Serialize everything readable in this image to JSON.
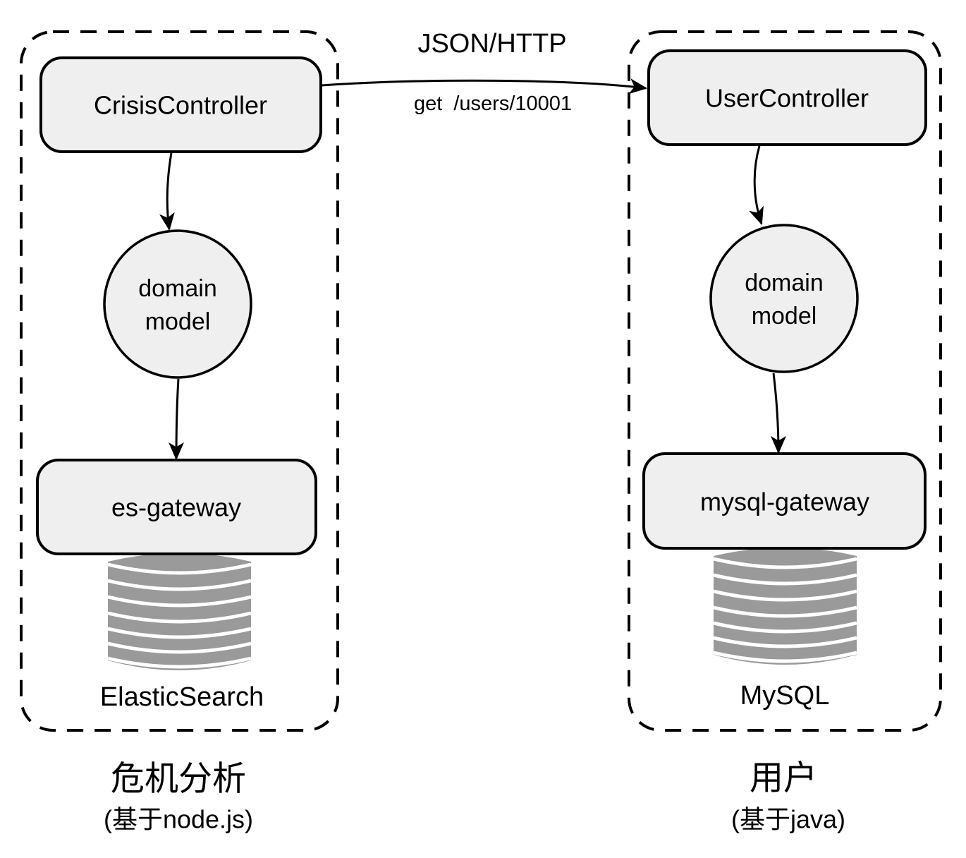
{
  "colors": {
    "background": "#ffffff",
    "node_fill": "#efefef",
    "stroke": "#000000",
    "database_gray": "#9a9a9a"
  },
  "connection": {
    "protocol": "JSON/HTTP",
    "request": "get  /users/10001"
  },
  "left_service": {
    "controller_label": "CrisisController",
    "domain_model_line1": "domain",
    "domain_model_line2": "model",
    "gateway_label": "es-gateway",
    "database_label": "ElasticSearch",
    "title": "危机分析",
    "subtitle": "(基于node.js)"
  },
  "right_service": {
    "controller_label": "UserController",
    "domain_model_line1": "domain",
    "domain_model_line2": "model",
    "gateway_label": "mysql-gateway",
    "database_label": "MySQL",
    "title": "用户",
    "subtitle": "(基于java)"
  }
}
